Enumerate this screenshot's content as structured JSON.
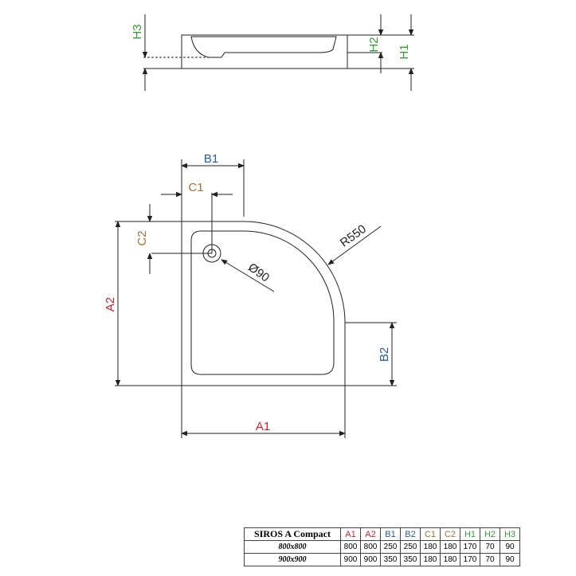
{
  "colors": {
    "A": "#c0282d",
    "B": "#2a5a9a",
    "C": "#a0703a",
    "H": "#3a9a3a",
    "line": "#222222"
  },
  "labels": {
    "H1": "H1",
    "H2": "H2",
    "H3": "H3",
    "A1": "A1",
    "A2": "A2",
    "B1": "B1",
    "B2": "B2",
    "C1": "C1",
    "C2": "C2",
    "radius": "R550",
    "drain": "Ø90"
  },
  "table": {
    "title": "SIROS A Compact",
    "headers": [
      "A1",
      "A2",
      "B1",
      "B2",
      "C1",
      "C2",
      "H1",
      "H2",
      "H3"
    ],
    "rows": [
      {
        "size": "800x800",
        "values": [
          "800",
          "800",
          "250",
          "250",
          "180",
          "180",
          "170",
          "70",
          "90"
        ]
      },
      {
        "size": "900x900",
        "values": [
          "900",
          "900",
          "350",
          "350",
          "180",
          "180",
          "170",
          "70",
          "90"
        ]
      }
    ]
  }
}
